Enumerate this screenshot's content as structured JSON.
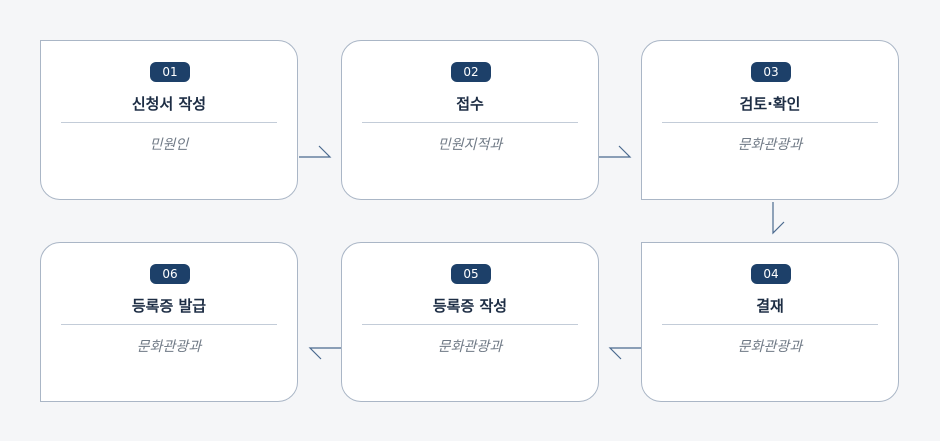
{
  "steps": [
    {
      "number": "01",
      "title": "신청서 작성",
      "dept": "민원인"
    },
    {
      "number": "02",
      "title": "접수",
      "dept": "민원지적과"
    },
    {
      "number": "03",
      "title": "검토·확인",
      "dept": "문화관광과"
    },
    {
      "number": "04",
      "title": "결재",
      "dept": "문화관광과"
    },
    {
      "number": "05",
      "title": "등록증 작성",
      "dept": "문화관광과"
    },
    {
      "number": "06",
      "title": "등록증 발급",
      "dept": "문화관광과"
    }
  ],
  "colors": {
    "badge": "#1d4069",
    "border": "#aab6c6",
    "arrow": "#4b6a8f",
    "background": "#f5f6f8"
  }
}
